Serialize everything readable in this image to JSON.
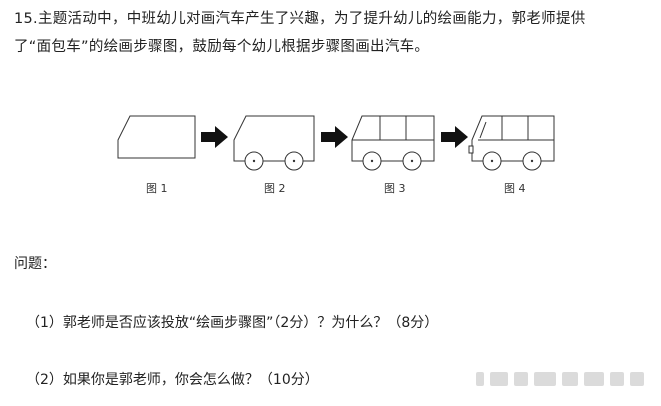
{
  "question": {
    "line1": "15.主题活动中，中班幼儿对画汽车产生了兴趣，为了提升幼儿的绘画能力，郭老师提供",
    "line2": "了“面包车”的绘画步骤图，鼓励每个幼儿根据步骤图画出汽车。"
  },
  "figures": {
    "labels": [
      "图 1",
      "图 2",
      "图 3",
      "图 4"
    ],
    "arrows": 3
  },
  "questions_section": {
    "label": "问题：",
    "items": [
      "（1）郭老师是否应该投放“绘画步骤图”（2分）？为什么？（8分）",
      "（2）如果你是郭老师，你会怎么做？（10分）"
    ]
  },
  "colors": {
    "text": "#222222",
    "stroke": "#333333",
    "arrow": "#111111",
    "watermark": "#cfcfcf"
  }
}
